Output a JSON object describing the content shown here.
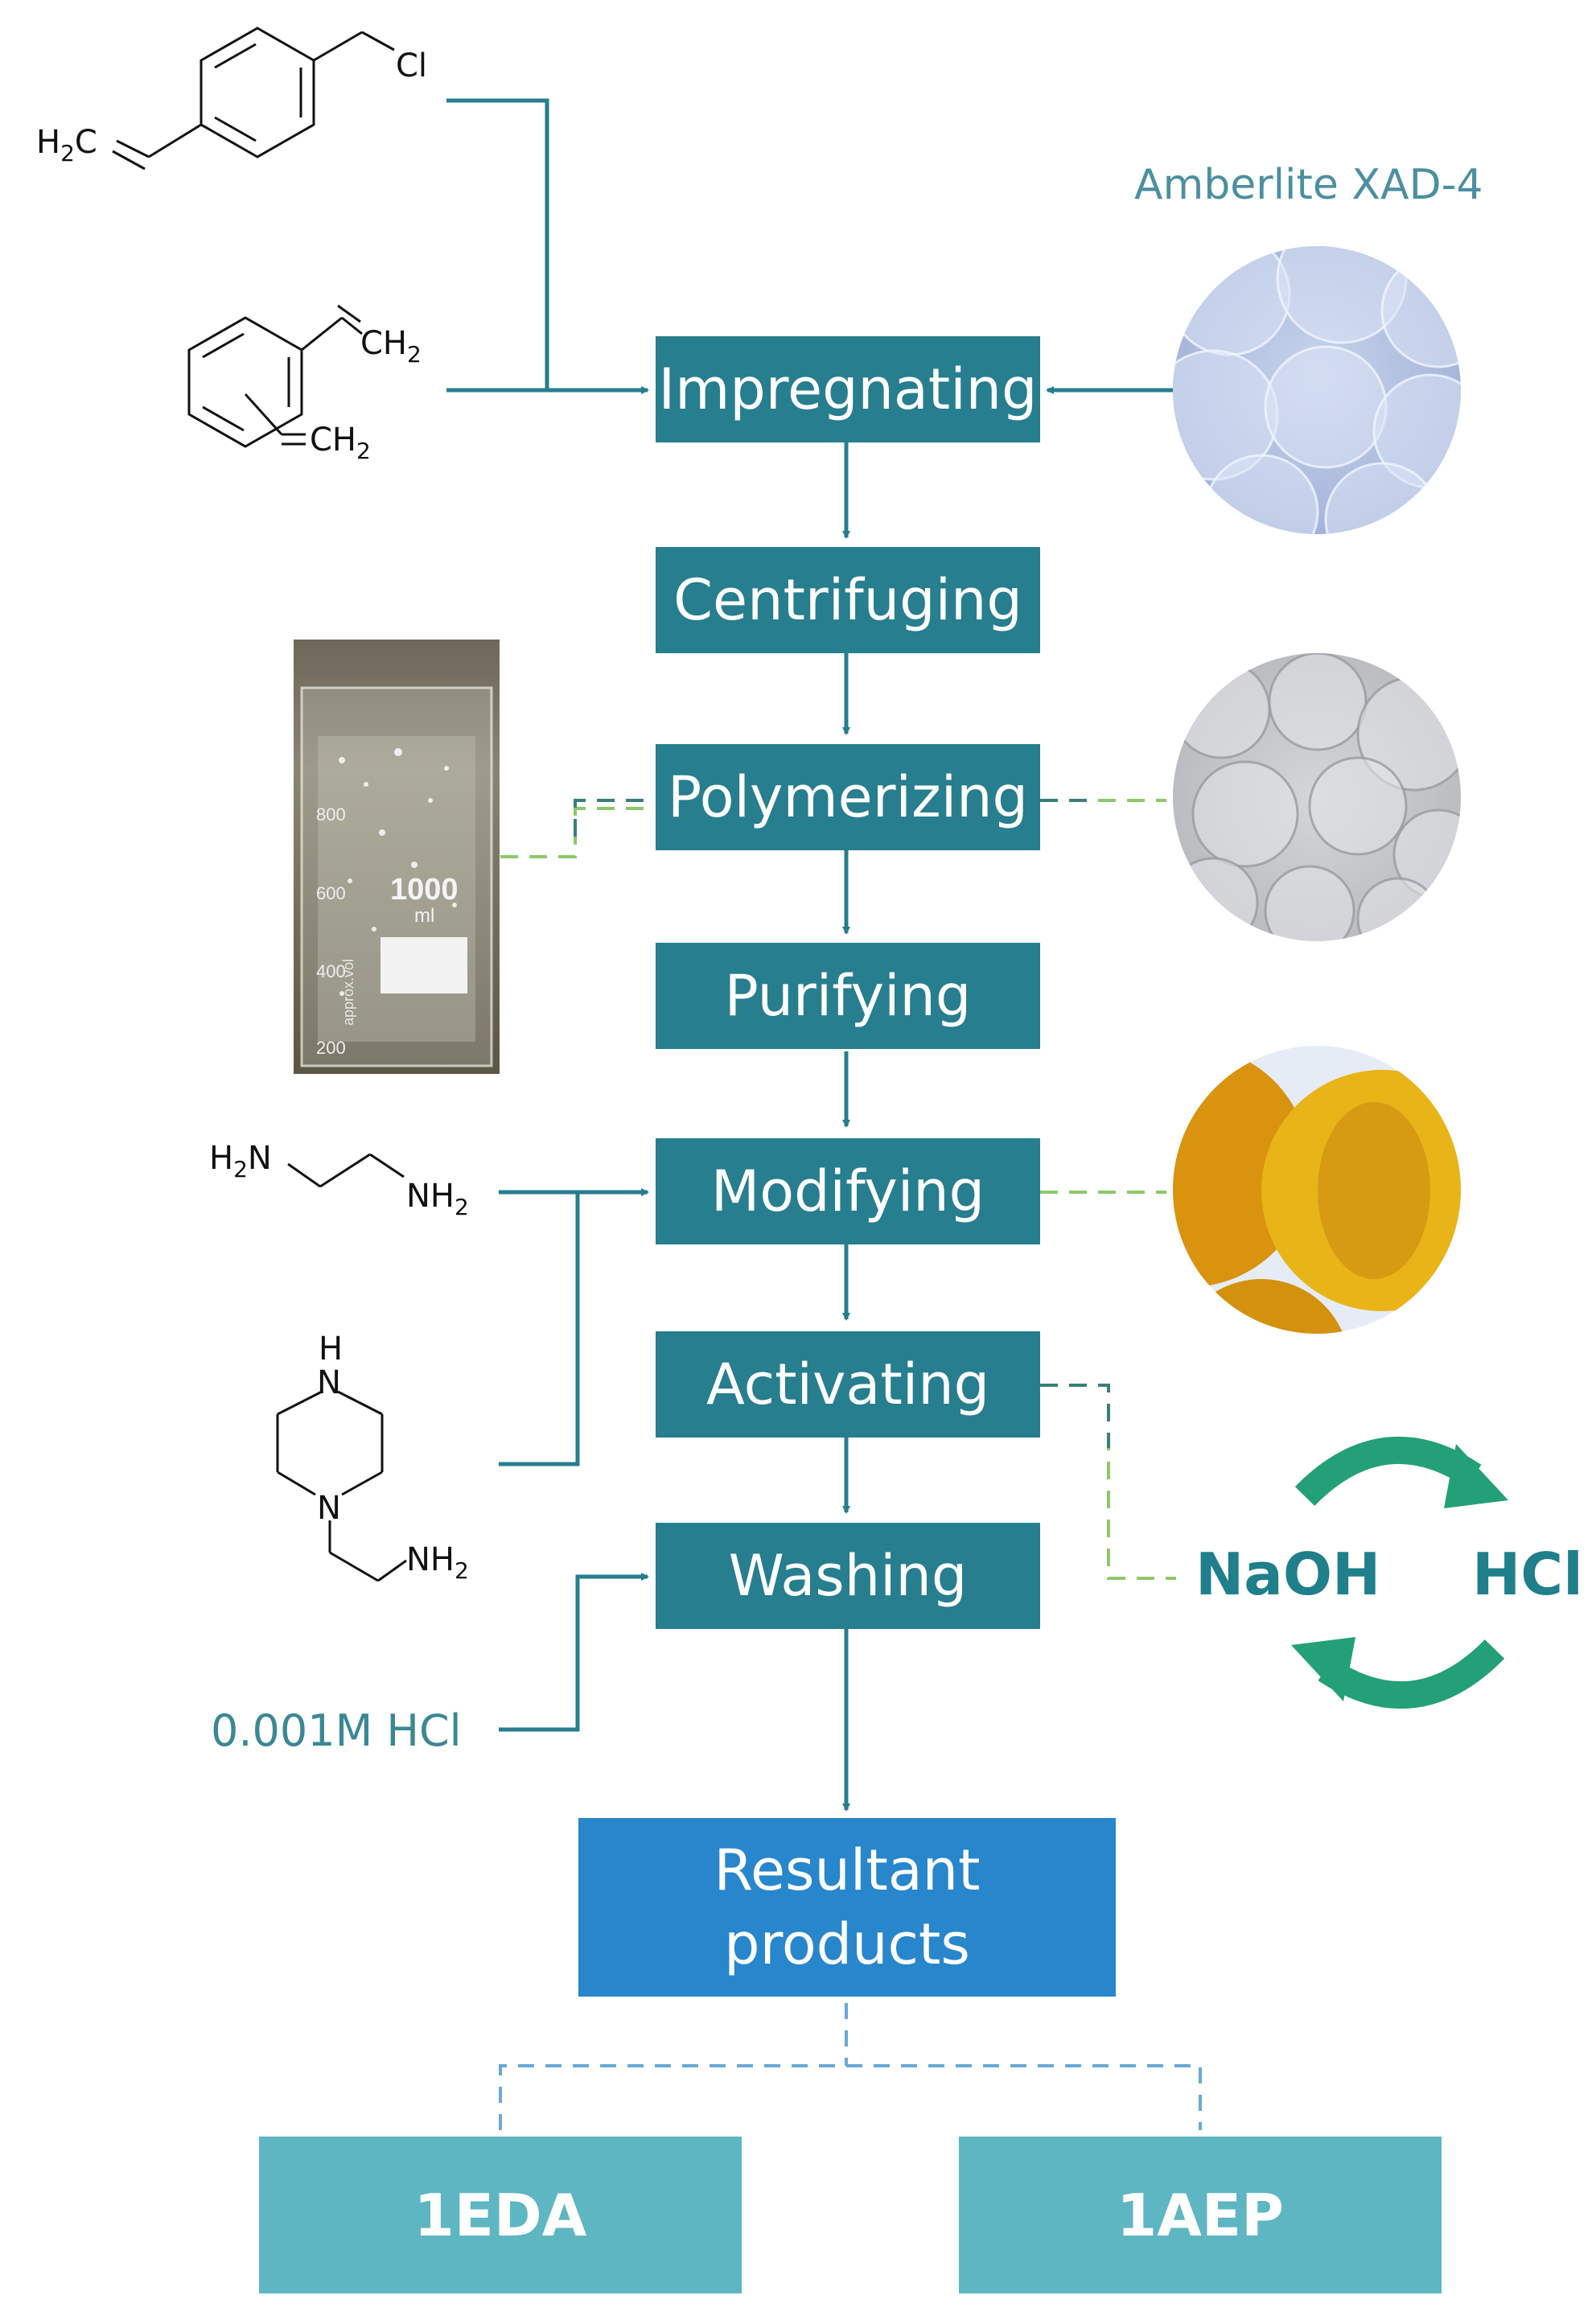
{
  "steps": [
    "Impregnating",
    "Centrifuging",
    "Polymerizing",
    "Purifying",
    "Modifying",
    "Activating",
    "Washing"
  ],
  "result": {
    "line1": "Resultant",
    "line2": "products"
  },
  "products": [
    "1EDA",
    "1AEP"
  ],
  "resin_label": "Amberlite XAD-4",
  "washing_input": "0.001M HCl",
  "cycle": {
    "left": "NaOH",
    "right": "HCl"
  },
  "beaker": {
    "volume": "1000",
    "unit": "ml",
    "ticks": [
      "800",
      "600",
      "400",
      "200"
    ],
    "side_text": "approx.vol"
  },
  "chem": {
    "vbc": {
      "h2c": "H",
      "h2c_sub": "2",
      "h2c_c": "C",
      "cl": "Cl"
    },
    "dvb": {
      "ch": "CH",
      "ch_sub": "2"
    },
    "eda": {
      "h2n": "H",
      "h2n_sub": "2",
      "h2n_n": "N",
      "nh": "NH",
      "nh_sub": "2"
    },
    "aep": {
      "h": "H",
      "n": "N",
      "nh": "NH",
      "nh_sub": "2"
    }
  },
  "colors": {
    "step": "#267e8e",
    "result": "#2786cc",
    "product": "#5db6c2",
    "line": "#267e8e",
    "dashed_green": "#8fc86b",
    "dashed_blue": "#6aa9d6",
    "cycle_arrow": "#23a077"
  }
}
